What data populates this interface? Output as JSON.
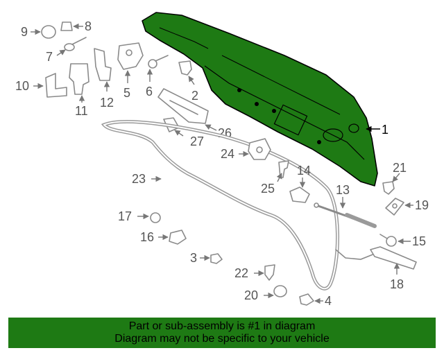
{
  "diagram": {
    "highlight_color": "#1e7a14",
    "callouts": {
      "c1": "1",
      "c2": "2",
      "c3": "3",
      "c4": "4",
      "c5": "5",
      "c6": "6",
      "c7": "7",
      "c8": "8",
      "c9": "9",
      "c10": "10",
      "c11": "11",
      "c12": "12",
      "c13": "13",
      "c14": "14",
      "c15": "15",
      "c16": "16",
      "c17": "17",
      "c18": "18",
      "c19": "19",
      "c20": "20",
      "c21": "21",
      "c22": "22",
      "c23": "23",
      "c24": "24",
      "c25": "25",
      "c26": "26",
      "c27": "27"
    }
  },
  "footer": {
    "line1": "Part or sub-assembly is #1 in diagram",
    "line2": "Diagram may not be specific to your vehicle"
  }
}
